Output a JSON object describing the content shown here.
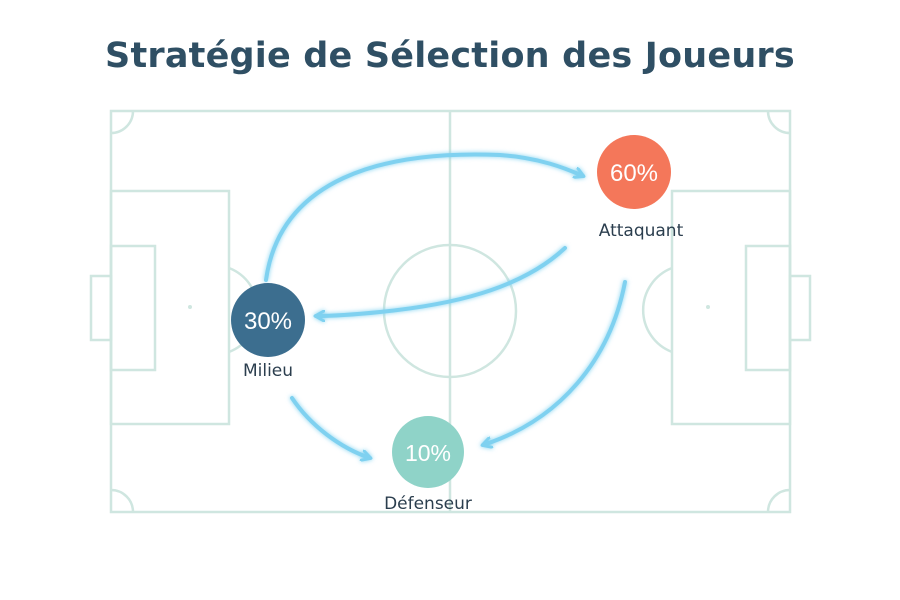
{
  "title": "Stratégie de Sélection des Joueurs",
  "nodes": {
    "attaquant": {
      "value": "60%",
      "label": "Attaquant",
      "color": "#F4775A"
    },
    "milieu": {
      "value": "30%",
      "label": "Milieu",
      "color": "#3C6E8F"
    },
    "defenseur": {
      "value": "10%",
      "label": "Défenseur",
      "color": "#8FD3C8"
    }
  },
  "colors": {
    "title": "#2F4F64",
    "field_lines": "#CFE6E0",
    "arrows": "#7FD1F0",
    "label_text": "#2B3E4E",
    "value_text": "#FFFFFF"
  },
  "icons": [
    "soccer-field",
    "arrow-icon"
  ]
}
